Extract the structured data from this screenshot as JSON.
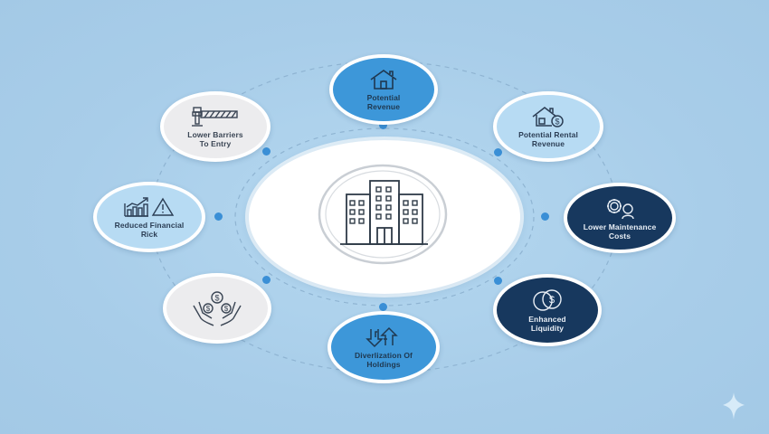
{
  "diagram": {
    "center": {
      "icon": "office-building-icon"
    },
    "nodes": [
      {
        "id": "potential-revenue",
        "label_line1": "Potential",
        "label_line2": "Revenue",
        "icon": "house-icon",
        "style": "blue"
      },
      {
        "id": "potential-rental-revenue",
        "label_line1": "Potential Rental",
        "label_line2": "Revenue",
        "icon": "house-dollar-icon",
        "style": "light"
      },
      {
        "id": "lower-maintenance-costs",
        "label_line1": "Lower Maintenance",
        "label_line2": "Costs",
        "icon": "gears-person-icon",
        "style": "navy"
      },
      {
        "id": "enhanced-liquidity",
        "label_line1": "Enhanced",
        "label_line2": "Liquidity",
        "icon": "overlapping-coins-icon",
        "style": "navy"
      },
      {
        "id": "diversification-of-holdings",
        "label_line1": "Diverlization Of",
        "label_line2": "Holdings",
        "icon": "swap-arrows-icon",
        "style": "blue"
      },
      {
        "id": "hands-coins",
        "label_line1": "",
        "label_line2": "",
        "icon": "hands-coins-icon",
        "style": "gray"
      },
      {
        "id": "reduced-financial-risk",
        "label_line1": "Reduced Financial",
        "label_line2": "Rick",
        "icon": "chart-warning-icon",
        "style": "light"
      },
      {
        "id": "lower-barriers-to-entry",
        "label_line1": "Lower Barriers",
        "label_line2": "To Entry",
        "icon": "barrier-gate-icon",
        "style": "gray"
      }
    ],
    "colors": {
      "background": "#a9cfea",
      "blue_node": "#3d97d9",
      "light_node": "#b7dbf3",
      "gray_node": "#ececee",
      "navy_node": "#17385e",
      "dot": "#3a8fd6"
    }
  }
}
